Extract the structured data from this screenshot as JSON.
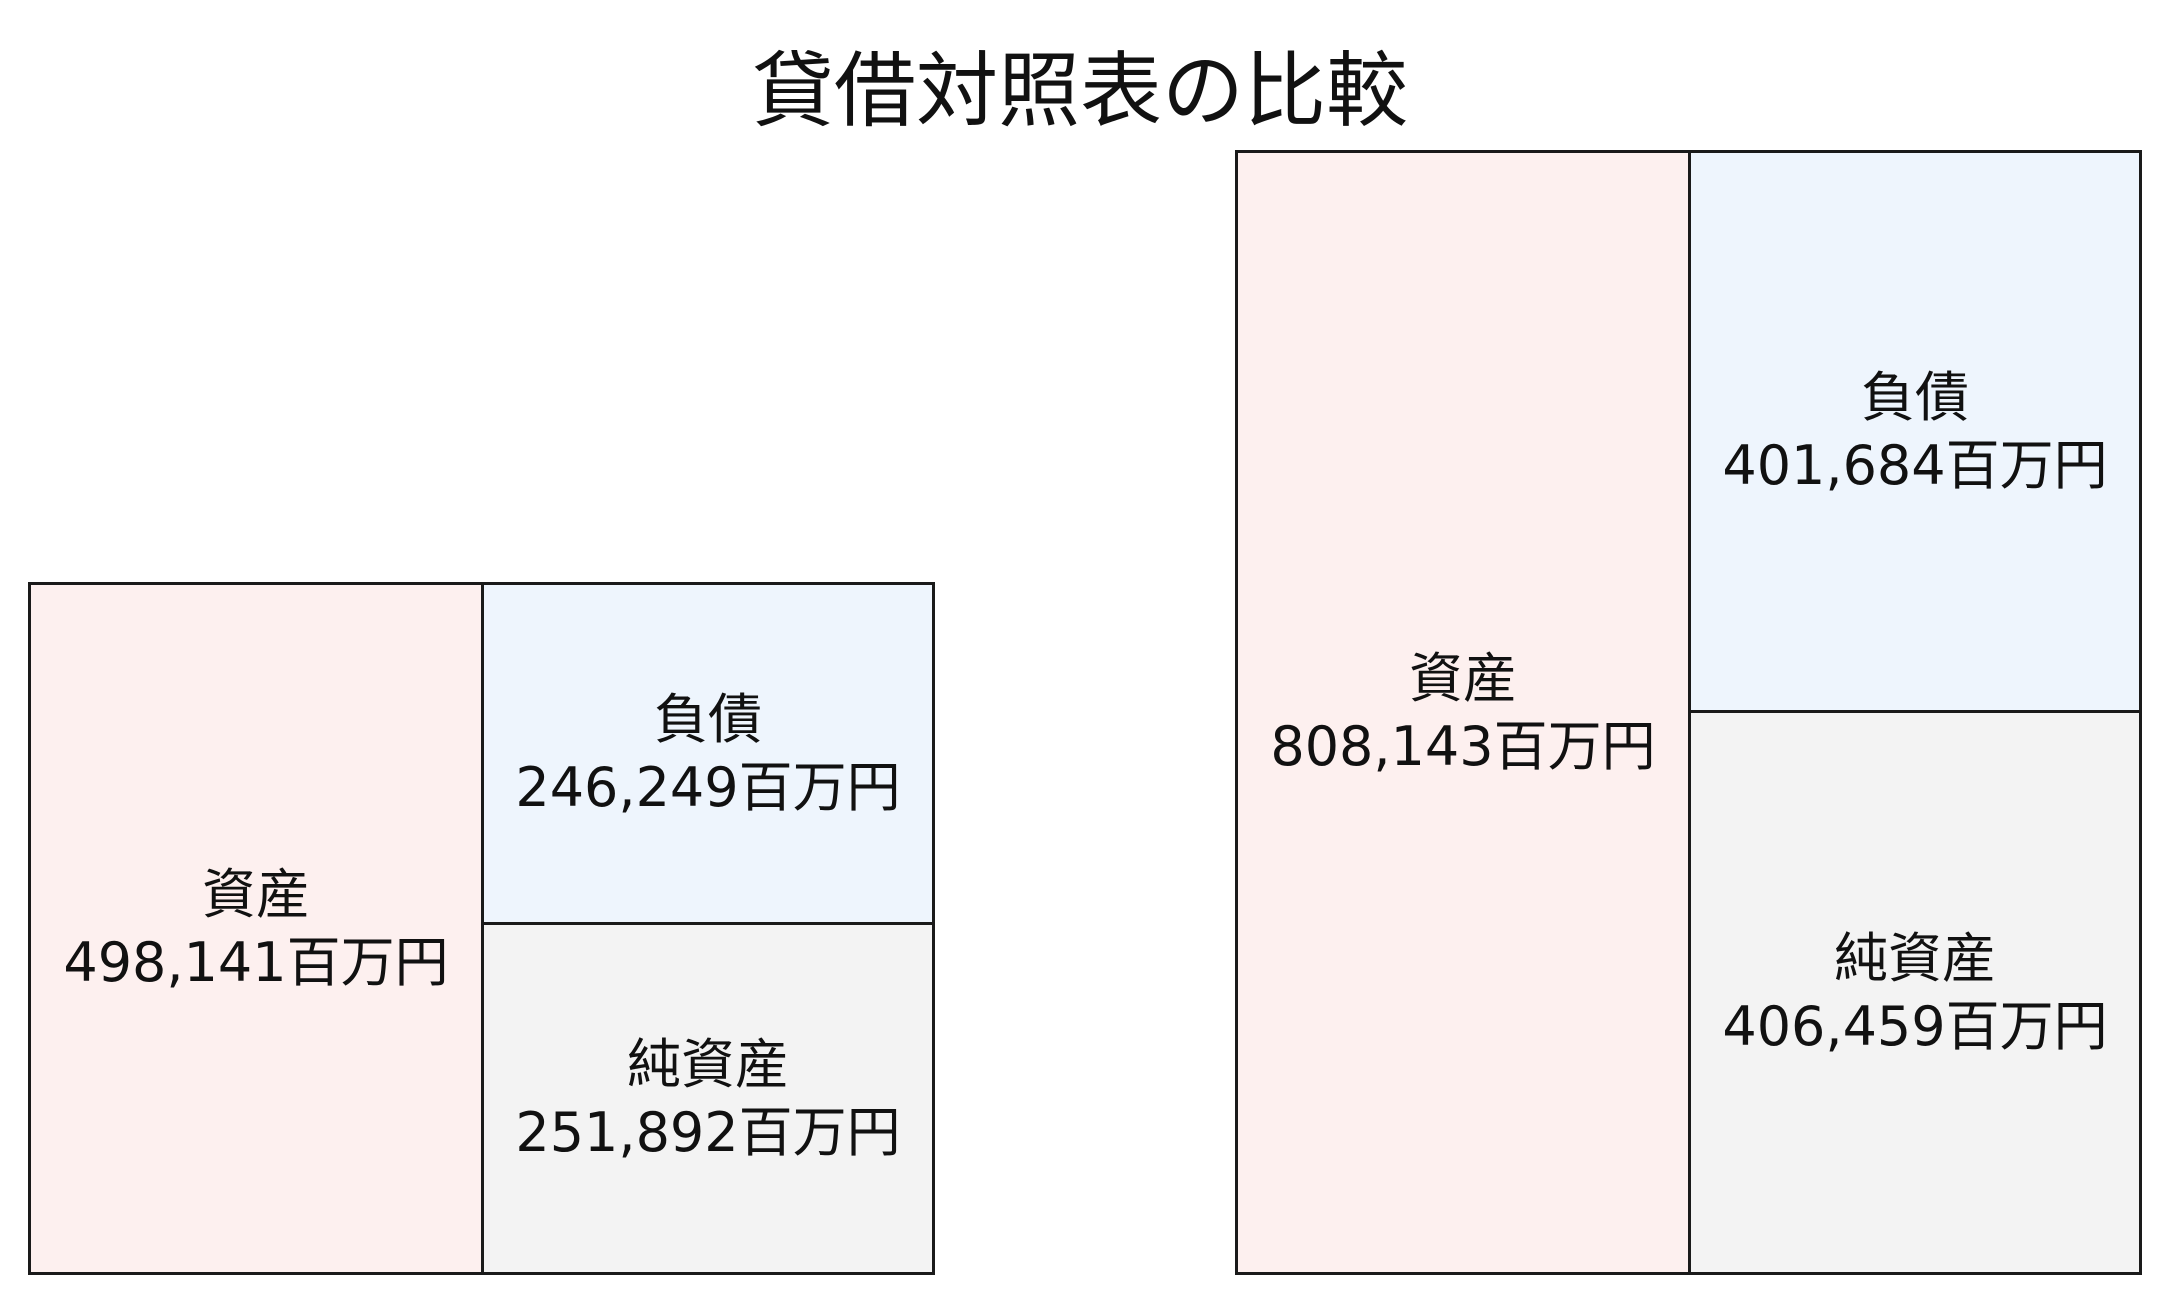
{
  "title": "貸借対照表の比較",
  "colors": {
    "assets": "#fdf0ef",
    "liabilities": "#eef5fd",
    "net_assets": "#f3f3f3",
    "border": "#1a1a1a"
  },
  "chart_data": [
    {
      "type": "table",
      "blocks": [
        {
          "name": "資産",
          "value": 498141,
          "value_label": "498,141百万円"
        },
        {
          "name": "負債",
          "value": 246249,
          "value_label": "246,249百万円"
        },
        {
          "name": "純資産",
          "value": 251892,
          "value_label": "251,892百万円"
        }
      ]
    },
    {
      "type": "table",
      "blocks": [
        {
          "name": "資産",
          "value": 808143,
          "value_label": "808,143百万円"
        },
        {
          "name": "負債",
          "value": 401684,
          "value_label": "401,684百万円"
        },
        {
          "name": "純資産",
          "value": 406459,
          "value_label": "406,459百万円"
        }
      ]
    }
  ]
}
